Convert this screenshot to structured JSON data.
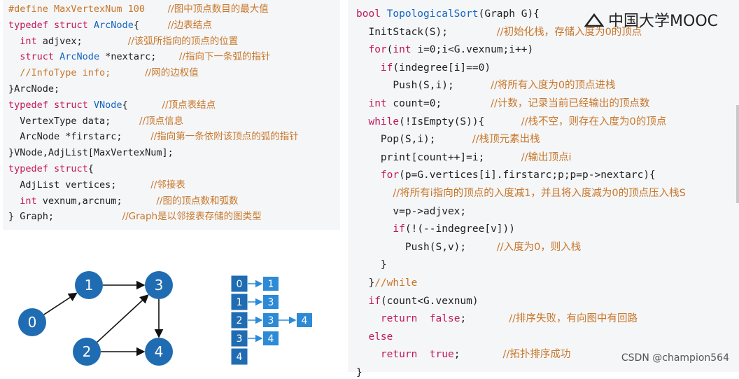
{
  "left_code": [
    [
      [
        "cmt",
        "#define MaxVertexNum 100"
      ],
      [
        "txt",
        "    "
      ],
      [
        "cmt-cn",
        "//图中顶点数目的最大值"
      ]
    ],
    [
      [
        "kw",
        "typedef struct "
      ],
      [
        "ty",
        "ArcNode"
      ],
      [
        "txt",
        "{     "
      ],
      [
        "cmt-cn",
        "//边表结点"
      ]
    ],
    [
      [
        "txt",
        "  "
      ],
      [
        "kw",
        "int"
      ],
      [
        "txt",
        " adjvex;        "
      ],
      [
        "cmt-cn",
        "//该弧所指向的顶点的位置"
      ]
    ],
    [
      [
        "txt",
        "  "
      ],
      [
        "kw",
        "struct "
      ],
      [
        "ty",
        "ArcNode"
      ],
      [
        "txt",
        " *nextarc;    "
      ],
      [
        "cmt-cn",
        "//指向下一条弧的指针"
      ]
    ],
    [
      [
        "txt",
        "  "
      ],
      [
        "cmt",
        "//InfoType info;"
      ],
      [
        "txt",
        "      "
      ],
      [
        "cmt-cn",
        "//网的边权值"
      ]
    ],
    [
      [
        "txt",
        "}ArcNode;"
      ]
    ],
    [
      [
        "kw",
        "typedef struct "
      ],
      [
        "ty",
        "VNode"
      ],
      [
        "txt",
        "{      "
      ],
      [
        "cmt-cn",
        "//顶点表结点"
      ]
    ],
    [
      [
        "txt",
        "  VertexType data;     "
      ],
      [
        "cmt-cn",
        "//顶点信息"
      ]
    ],
    [
      [
        "txt",
        "  ArcNode *firstarc;     "
      ],
      [
        "cmt-cn",
        "//指向第一条依附该顶点的弧的指针"
      ]
    ],
    [
      [
        "txt",
        "}VNode,AdjList[MaxVertexNum];"
      ]
    ],
    [
      [
        "kw",
        "typedef struct"
      ],
      [
        "txt",
        "{"
      ]
    ],
    [
      [
        "txt",
        "  AdjList vertices;      "
      ],
      [
        "cmt-cn",
        "//邻接表"
      ]
    ],
    [
      [
        "txt",
        "  "
      ],
      [
        "kw",
        "int"
      ],
      [
        "txt",
        " vexnum,arcnum;      "
      ],
      [
        "cmt-cn",
        "//图的顶点数和弧数"
      ]
    ],
    [
      [
        "txt",
        "} Graph;            "
      ],
      [
        "cmt-cn",
        "//Graph是以邻接表存储的图类型"
      ]
    ]
  ],
  "right_code": [
    [
      [
        "kw",
        "bool "
      ],
      [
        "ty",
        "TopologicalSort"
      ],
      [
        "txt",
        "(Graph G){"
      ]
    ],
    [
      [
        "txt",
        "  InitStack(S);        "
      ],
      [
        "cmt-cn",
        "//初始化栈，存储入度为0的顶点"
      ]
    ],
    [
      [
        "txt",
        "  "
      ],
      [
        "kw",
        "for"
      ],
      [
        "txt",
        "("
      ],
      [
        "kw",
        "int"
      ],
      [
        "txt",
        " i=0;i<G.vexnum;i++)"
      ]
    ],
    [
      [
        "txt",
        "    "
      ],
      [
        "kw",
        "if"
      ],
      [
        "txt",
        "(indegree[i]==0)"
      ]
    ],
    [
      [
        "txt",
        "      Push(S,i);      "
      ],
      [
        "cmt-cn",
        "//将所有入度为0的顶点进栈"
      ]
    ],
    [
      [
        "txt",
        "  "
      ],
      [
        "kw",
        "int"
      ],
      [
        "txt",
        " count=0;        "
      ],
      [
        "cmt-cn",
        "//计数，记录当前已经输出的顶点数"
      ]
    ],
    [
      [
        "txt",
        "  "
      ],
      [
        "kw",
        "while"
      ],
      [
        "txt",
        "(!IsEmpty(S)){      "
      ],
      [
        "cmt-cn",
        "//栈不空，则存在入度为0的顶点"
      ]
    ],
    [
      [
        "txt",
        "    Pop(S,i);      "
      ],
      [
        "cmt-cn",
        "//栈顶元素出栈"
      ]
    ],
    [
      [
        "txt",
        "    print[count++]=i;      "
      ],
      [
        "cmt-cn",
        "//输出顶点i"
      ]
    ],
    [
      [
        "txt",
        "    "
      ],
      [
        "kw",
        "for"
      ],
      [
        "txt",
        "(p=G.vertices[i].firstarc;p;p=p->nextarc){"
      ]
    ],
    [
      [
        "txt",
        "      "
      ],
      [
        "cmt-cn",
        "//将所有i指向的顶点的入度减1，并且将入度减为0的顶点压入栈S"
      ]
    ],
    [
      [
        "txt",
        "      v=p->adjvex;"
      ]
    ],
    [
      [
        "txt",
        "      "
      ],
      [
        "kw",
        "if"
      ],
      [
        "txt",
        "(!(--indegree[v]))"
      ]
    ],
    [
      [
        "txt",
        "        Push(S,v);     "
      ],
      [
        "cmt-cn",
        "//入度为0，则入栈"
      ]
    ],
    [
      [
        "txt",
        "    }"
      ]
    ],
    [
      [
        "txt",
        "  }"
      ],
      [
        "cmt",
        "//while"
      ]
    ],
    [
      [
        "txt",
        "  "
      ],
      [
        "kw",
        "if"
      ],
      [
        "txt",
        "(count<G.vexnum)"
      ]
    ],
    [
      [
        "txt",
        "    "
      ],
      [
        "kw",
        "return"
      ],
      [
        "txt",
        "  "
      ],
      [
        "kw",
        "false"
      ],
      [
        "txt",
        ";       "
      ],
      [
        "cmt-cn",
        "//排序失败，有向图中有回路"
      ]
    ],
    [
      [
        "txt",
        "  "
      ],
      [
        "kw",
        "else"
      ]
    ],
    [
      [
        "txt",
        "    "
      ],
      [
        "kw",
        "return"
      ],
      [
        "txt",
        "  "
      ],
      [
        "kw",
        "true"
      ],
      [
        "txt",
        ";       "
      ],
      [
        "cmt-cn",
        "//拓扑排序成功"
      ]
    ],
    [
      [
        "txt",
        "}"
      ]
    ]
  ],
  "graph": {
    "nodes": [
      "0",
      "1",
      "2",
      "3",
      "4"
    ],
    "edges": [
      [
        "0",
        "1"
      ],
      [
        "1",
        "3"
      ],
      [
        "2",
        "3"
      ],
      [
        "2",
        "4"
      ],
      [
        "3",
        "4"
      ]
    ]
  },
  "adjacency": {
    "vertices": [
      "0",
      "1",
      "2",
      "3",
      "4"
    ],
    "arcs": [
      [
        "1"
      ],
      [
        "3"
      ],
      [
        "3",
        "4"
      ],
      [
        "4"
      ],
      []
    ]
  },
  "watermark": "中国大学MOOC",
  "credit": "CSDN @champion564",
  "colors": {
    "node_fill": "#1f6cb3",
    "list_fill": "#2d8ad6",
    "keyword": "#c2185b",
    "type": "#1565c0",
    "comment": "#c8772a"
  }
}
